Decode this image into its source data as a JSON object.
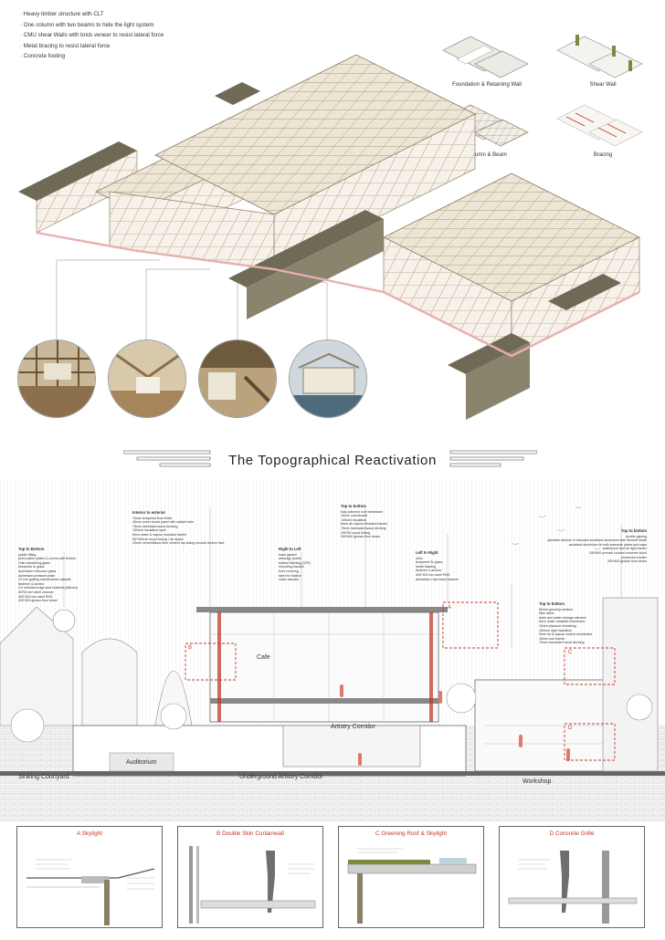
{
  "notes": [
    "Heavy timber structure with CLT",
    "One column with two beams to hide the light system",
    "CMU shear Walls with brick veneer to resist lateral force",
    "Metal bracing to resist lateral force",
    "Concrete footing"
  ],
  "systems": [
    {
      "label": "Foundation & Retaining Wall"
    },
    {
      "label": "Shear Wall"
    },
    {
      "label": "Column & Beam"
    },
    {
      "label": "Bracing"
    }
  ],
  "title": "The Topographical Reactivation",
  "rooms": {
    "cafe": "Cafe",
    "artistry_corridor": "Artistry Corridor",
    "auditorium": "Auditorium",
    "sinking_courtyard": "Sinking Courtyard",
    "underground_corridor": "Underground Artistry Corridor",
    "workshop": "Workshop"
  },
  "callouts": [
    "A",
    "B",
    "C",
    "D"
  ],
  "specs": [
    {
      "heading": "Top to Bottom",
      "lines": [
        "spider fitting",
        "point spline plates & covers with friction",
        "Hole mandering glass",
        "tempered to glass",
        "aluminium extrusion glass",
        "aluminium pressure plate",
        "10 mm grating maintenance catwalk",
        "fastener & anchor",
        "UV resistant edge seal material (silicone)",
        "50*50 mm steel channel",
        "400*100 mm steel RHS",
        "400*400 glulam floor beam"
      ]
    },
    {
      "heading": "Interior to exterior",
      "lines": [
        "10mm tempered floor finish",
        "40mm overs board panel with radiant tube",
        "75mm laminated wood decking",
        "100mm insulation layer",
        "6mm water & vapour resistant barrier",
        "50*150mm wood furring / air space",
        "20mm cementitious fibre cement lap siding smooth texture face"
      ]
    },
    {
      "heading": "Right to Left",
      "lines": [
        "foam gasket",
        "drainage profile",
        "bottom flashing (CRF)",
        "mounting bracket",
        "front covering",
        "steel for fixation",
        "chain actuator"
      ]
    },
    {
      "heading": "Top to bottom",
      "lines": [
        "fully-adhered roof membrane",
        "10mm coverboard",
        "100mm insulation",
        "6mm air vapour resistant barrier",
        "75mm laminated wood decking",
        "200*50 wood furring",
        "300*600 glulam floor beam"
      ]
    },
    {
      "heading": "Left to Right",
      "lines": [
        "shim",
        "tempered fin glass",
        "metal flashing",
        "fastener & anchor",
        "400*100 mm steel RHS",
        "aluminium rose bead channel"
      ]
    },
    {
      "heading": "Top to bottom",
      "lines": [
        "double glazing",
        "operable window in extruded anodized aluminium with thermal break",
        "anodized aluminium fin with pressure plates and caps",
        "waterproof and air tight barrier",
        "150*500 precast colored concrete block",
        "motorized shutter",
        "300*600 glulam floor beam"
      ]
    },
    {
      "heading": "Top to bottom",
      "lines": [
        "80mm growing medium",
        "filter fabric",
        "drain and water storage element",
        "6mm water resistant membrane",
        "16mm plywood sheathing",
        "100mm rigid insulation",
        "9mm air & vapour control membrane",
        "16mm roof barrier",
        "75mm laminated wood decking"
      ]
    }
  ],
  "details": [
    {
      "letter": "A",
      "title": "A  Skylight"
    },
    {
      "letter": "B",
      "title": "B  Double Skin Curtainwall"
    },
    {
      "letter": "C",
      "title": "C  Greening Roof & Skylight"
    },
    {
      "letter": "D",
      "title": "D  Concrete Grille"
    }
  ],
  "colors": {
    "timber": "#d6ccb4",
    "timber_edge": "#8c7f66",
    "shear_wall": "#6f6a55",
    "accent_red": "#c0392b",
    "floor_pink": "#e8b0b0"
  }
}
